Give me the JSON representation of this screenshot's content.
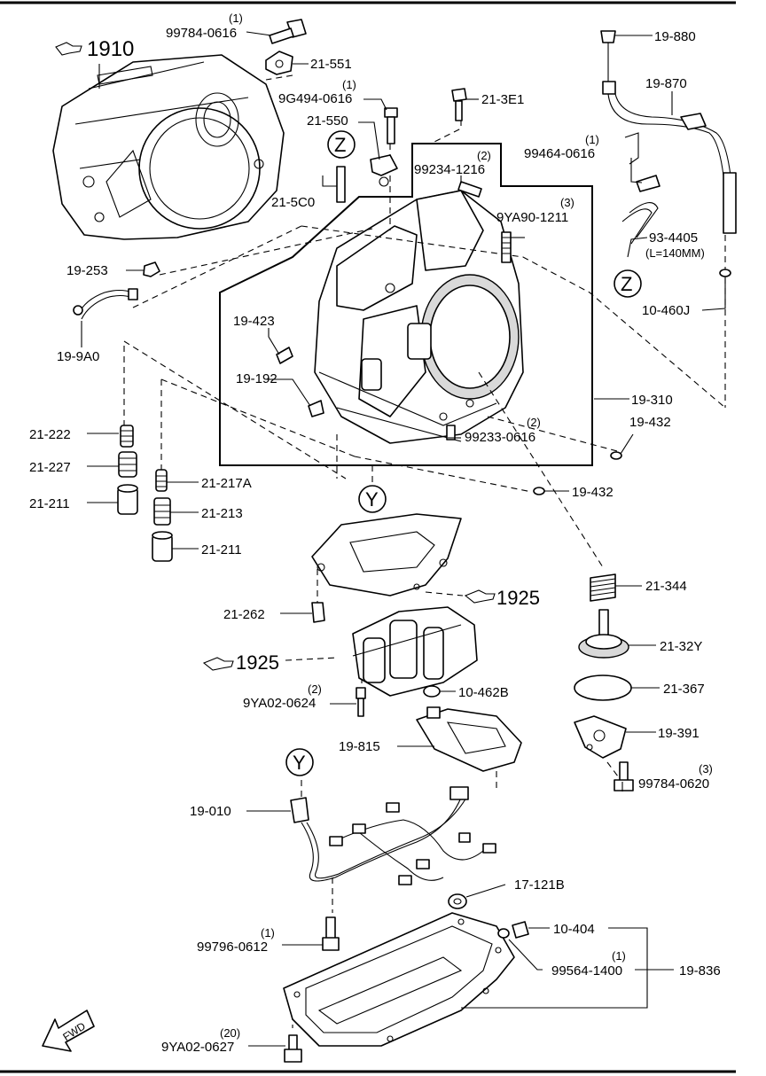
{
  "diagram": {
    "refs": {
      "case_ref": "1910",
      "control_ref_a": "1925",
      "control_ref_b": "1925"
    },
    "markers": {
      "z_top": "Z",
      "z_right": "Z",
      "y_mid": "Y",
      "y_low": "Y"
    },
    "direction": "FWD",
    "parts": {
      "p99784_0616": {
        "part": "99784-0616",
        "qty": "(1)"
      },
      "p21_551": {
        "part": "21-551"
      },
      "p9g494_0616": {
        "part": "9G494-0616",
        "qty": "(1)"
      },
      "p21_550": {
        "part": "21-550"
      },
      "p21_3e1": {
        "part": "21-3E1"
      },
      "p99234_1216": {
        "part": "99234-1216",
        "qty": "(2)"
      },
      "p9ya90_1211": {
        "part": "9YA90-1211",
        "qty": "(3)"
      },
      "p21_5c0": {
        "part": "21-5C0"
      },
      "p19_880": {
        "part": "19-880"
      },
      "p19_870": {
        "part": "19-870"
      },
      "p99464_0616": {
        "part": "99464-0616",
        "qty": "(1)"
      },
      "p93_4405": {
        "part": "93-4405",
        "note": "(L=140MM)"
      },
      "p10_460j": {
        "part": "10-460J"
      },
      "p19_253": {
        "part": "19-253"
      },
      "p19_9a0": {
        "part": "19-9A0"
      },
      "p19_423": {
        "part": "19-423"
      },
      "p19_192": {
        "part": "19-192"
      },
      "p19_310": {
        "part": "19-310"
      },
      "p19_432a": {
        "part": "19-432"
      },
      "p19_432b": {
        "part": "19-432"
      },
      "p99233_0616": {
        "part": "99233-0616",
        "qty": "(2)"
      },
      "p21_222": {
        "part": "21-222"
      },
      "p21_227": {
        "part": "21-227"
      },
      "p21_211a": {
        "part": "21-211"
      },
      "p21_217a": {
        "part": "21-217A"
      },
      "p21_213": {
        "part": "21-213"
      },
      "p21_211b": {
        "part": "21-211"
      },
      "p21_344": {
        "part": "21-344"
      },
      "p21_32y": {
        "part": "21-32Y"
      },
      "p21_367": {
        "part": "21-367"
      },
      "p19_391": {
        "part": "19-391"
      },
      "p99784_0620": {
        "part": "99784-0620",
        "qty": "(3)"
      },
      "p21_262": {
        "part": "21-262"
      },
      "p9ya02_0624": {
        "part": "9YA02-0624",
        "qty": "(2)"
      },
      "p10_462b": {
        "part": "10-462B"
      },
      "p19_815": {
        "part": "19-815"
      },
      "p19_010": {
        "part": "19-010"
      },
      "p17_121b": {
        "part": "17-121B"
      },
      "p99796_0612": {
        "part": "99796-0612",
        "qty": "(1)"
      },
      "p10_404": {
        "part": "10-404"
      },
      "p99564_1400": {
        "part": "99564-1400",
        "qty": "(1)"
      },
      "p19_836": {
        "part": "19-836"
      },
      "p9ya02_0627": {
        "part": "9YA02-0627",
        "qty": "(20)"
      }
    }
  }
}
